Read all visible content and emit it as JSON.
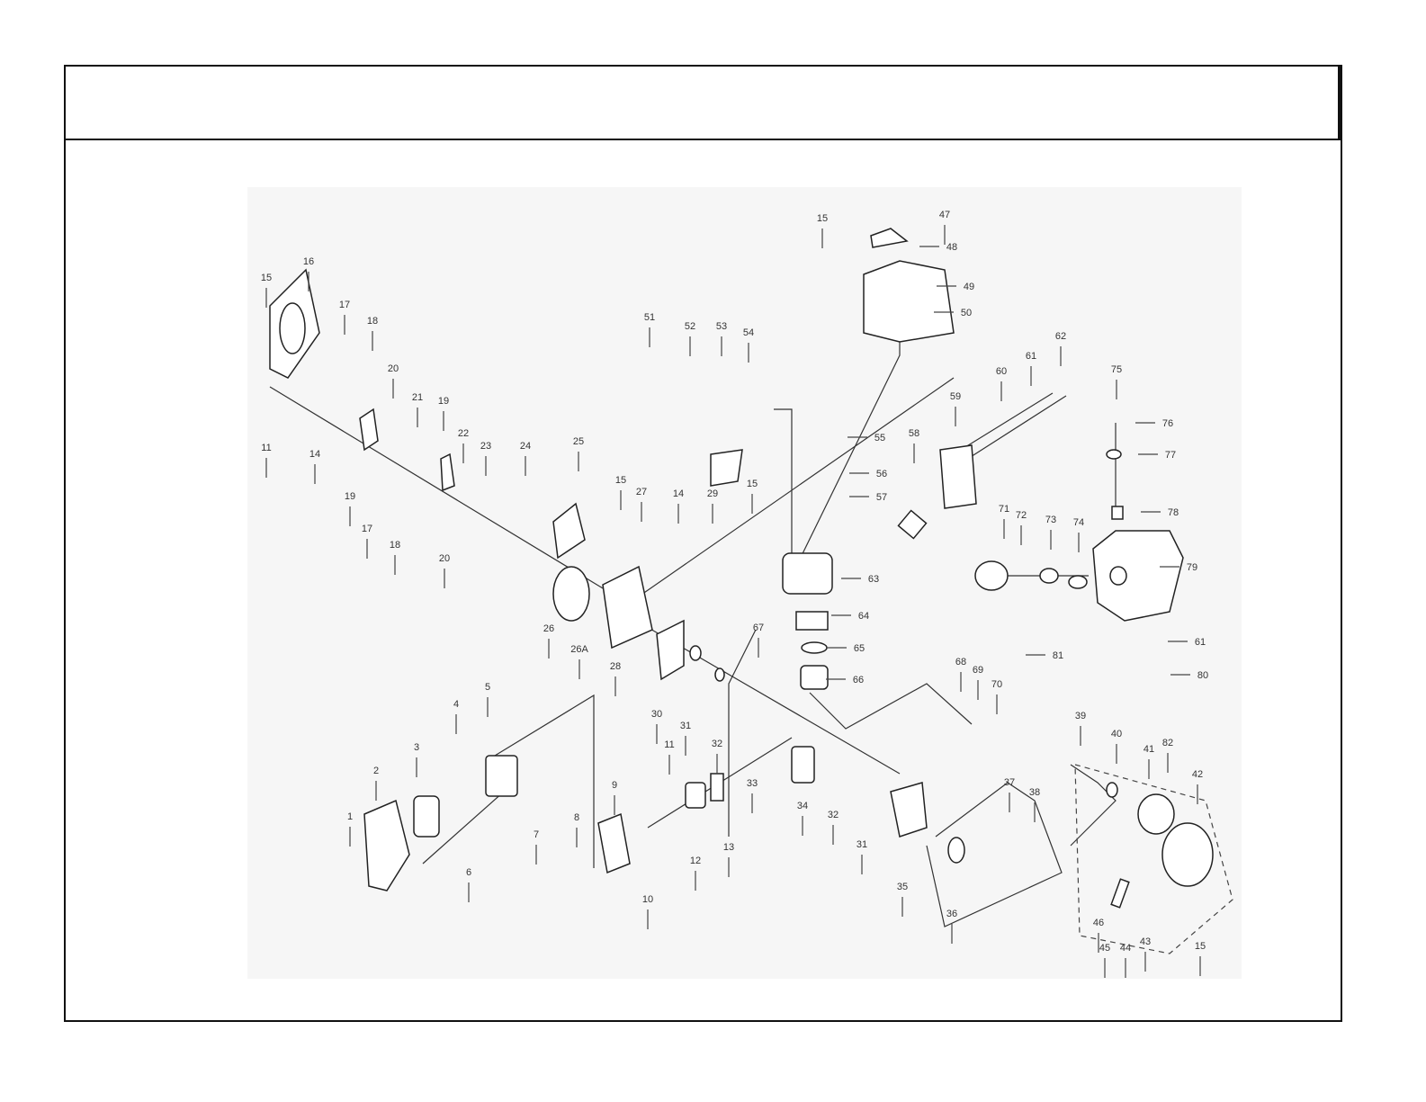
{
  "diagram": {
    "type": "exploded-parts-view",
    "part_labels": [
      "15",
      "16",
      "17",
      "18",
      "20",
      "21",
      "19",
      "11",
      "14",
      "19",
      "17",
      "18",
      "20",
      "22",
      "23",
      "24",
      "25",
      "15",
      "27",
      "14",
      "29",
      "15",
      "26",
      "26A",
      "28",
      "30",
      "31",
      "32",
      "33",
      "34",
      "32",
      "31",
      "35",
      "36",
      "37",
      "38",
      "39",
      "40",
      "41",
      "82",
      "42",
      "46",
      "45",
      "44",
      "43",
      "15",
      "51",
      "52",
      "53",
      "54",
      "15",
      "47",
      "48",
      "49",
      "50",
      "55",
      "56",
      "57",
      "58",
      "59",
      "60",
      "61",
      "62",
      "63",
      "64",
      "65",
      "66",
      "67",
      "68",
      "69",
      "70",
      "71",
      "72",
      "73",
      "74",
      "75",
      "76",
      "77",
      "78",
      "79",
      "81",
      "61",
      "80",
      "4",
      "5",
      "3",
      "2",
      "1",
      "6",
      "7",
      "8",
      "9",
      "10",
      "11",
      "12",
      "13"
    ]
  }
}
